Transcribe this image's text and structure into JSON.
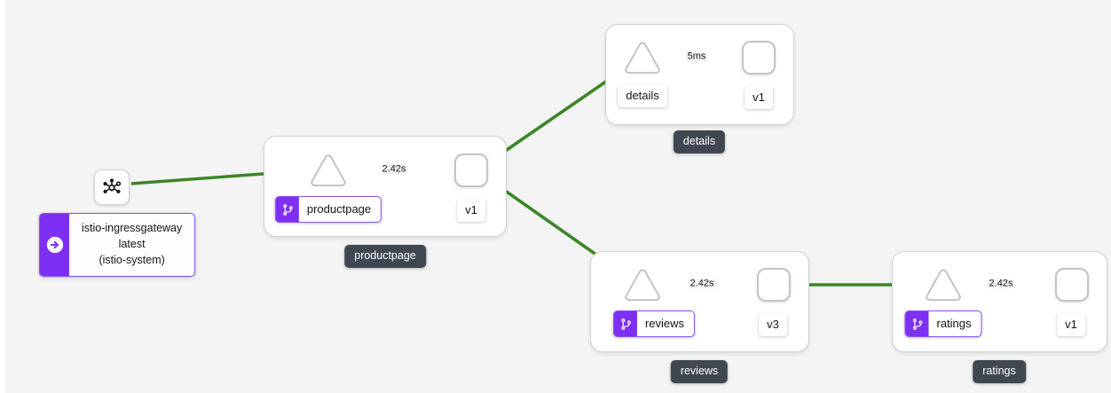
{
  "graph": {
    "background_color": "#f4f4f4",
    "edge_color": "#3c8527",
    "accent_purple": "#7d2ff3",
    "badge_color": "#3f4750"
  },
  "gateway": {
    "icon": "mesh-network-icon",
    "card_icon": "arrow-right-circle-icon",
    "line1": "istio-ingressgateway",
    "line2": "latest",
    "line3": "(istio-system)"
  },
  "groups": [
    {
      "id": "productpage",
      "badge_label": "productpage",
      "service_label": "productpage",
      "service_icon": "code-branch-icon",
      "workload_label": "v1",
      "edge_label": "2.42s"
    },
    {
      "id": "details",
      "badge_label": "details",
      "service_label": "details",
      "service_icon": "none",
      "workload_label": "v1",
      "edge_label": "5ms"
    },
    {
      "id": "reviews",
      "badge_label": "reviews",
      "service_label": "reviews",
      "service_icon": "code-branch-icon",
      "workload_label": "v3",
      "edge_label": "2.42s"
    },
    {
      "id": "ratings",
      "badge_label": "ratings",
      "service_label": "ratings",
      "service_icon": "code-branch-icon",
      "workload_label": "v1",
      "edge_label": "2.42s"
    }
  ]
}
